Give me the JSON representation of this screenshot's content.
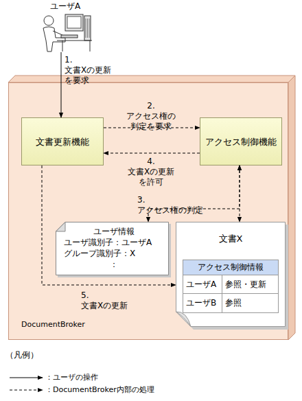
{
  "diagram": {
    "nodes": [
      {
        "text": [
          "ユーザA"
        ]
      },
      {
        "text": [
          "DocumentBroker"
        ]
      },
      {
        "text": [
          "文書更新機能"
        ],
        "in": 1
      },
      {
        "text": [
          "アクセス制御機能"
        ],
        "in": 1
      },
      {
        "text": [
          "ユーザ情報",
          "ユーザ識別子：ユーザA",
          "グループ識別子：X",
          "："
        ],
        "in": 1
      },
      {
        "text": [
          "文書X"
        ],
        "in": 1
      },
      {
        "text": [
          "アクセス制御情報",
          "ユーザA",
          "参照・更新",
          "ユーザB",
          "参照"
        ],
        "in": 5
      }
    ],
    "edges": [
      {
        "from": 0,
        "to": 2,
        "label": "1.文書Xの更新 を要求",
        "arrow": "to"
      },
      {
        "from": 2,
        "to": 3,
        "label": "2.アクセス権の 判定を要求",
        "arrow": "to"
      },
      {
        "from": 3,
        "to": 2,
        "label": "4.文書Xの更新 を許可",
        "arrow": "to"
      },
      {
        "from": 3,
        "to": 4,
        "label": "3.アクセス権の判定",
        "arrow": "both"
      },
      {
        "from": 3,
        "to": 5,
        "arrow": "both"
      },
      {
        "from": 2,
        "to": 5,
        "label": "5.文書Xの更新",
        "arrow": "to"
      }
    ],
    "labels": [
      "（凡例）"
    ],
    "legend": [
      {
        "text": "：ユーザの操作"
      },
      {
        "text": "：DocumentBroker内部の処理"
      }
    ]
  }
}
